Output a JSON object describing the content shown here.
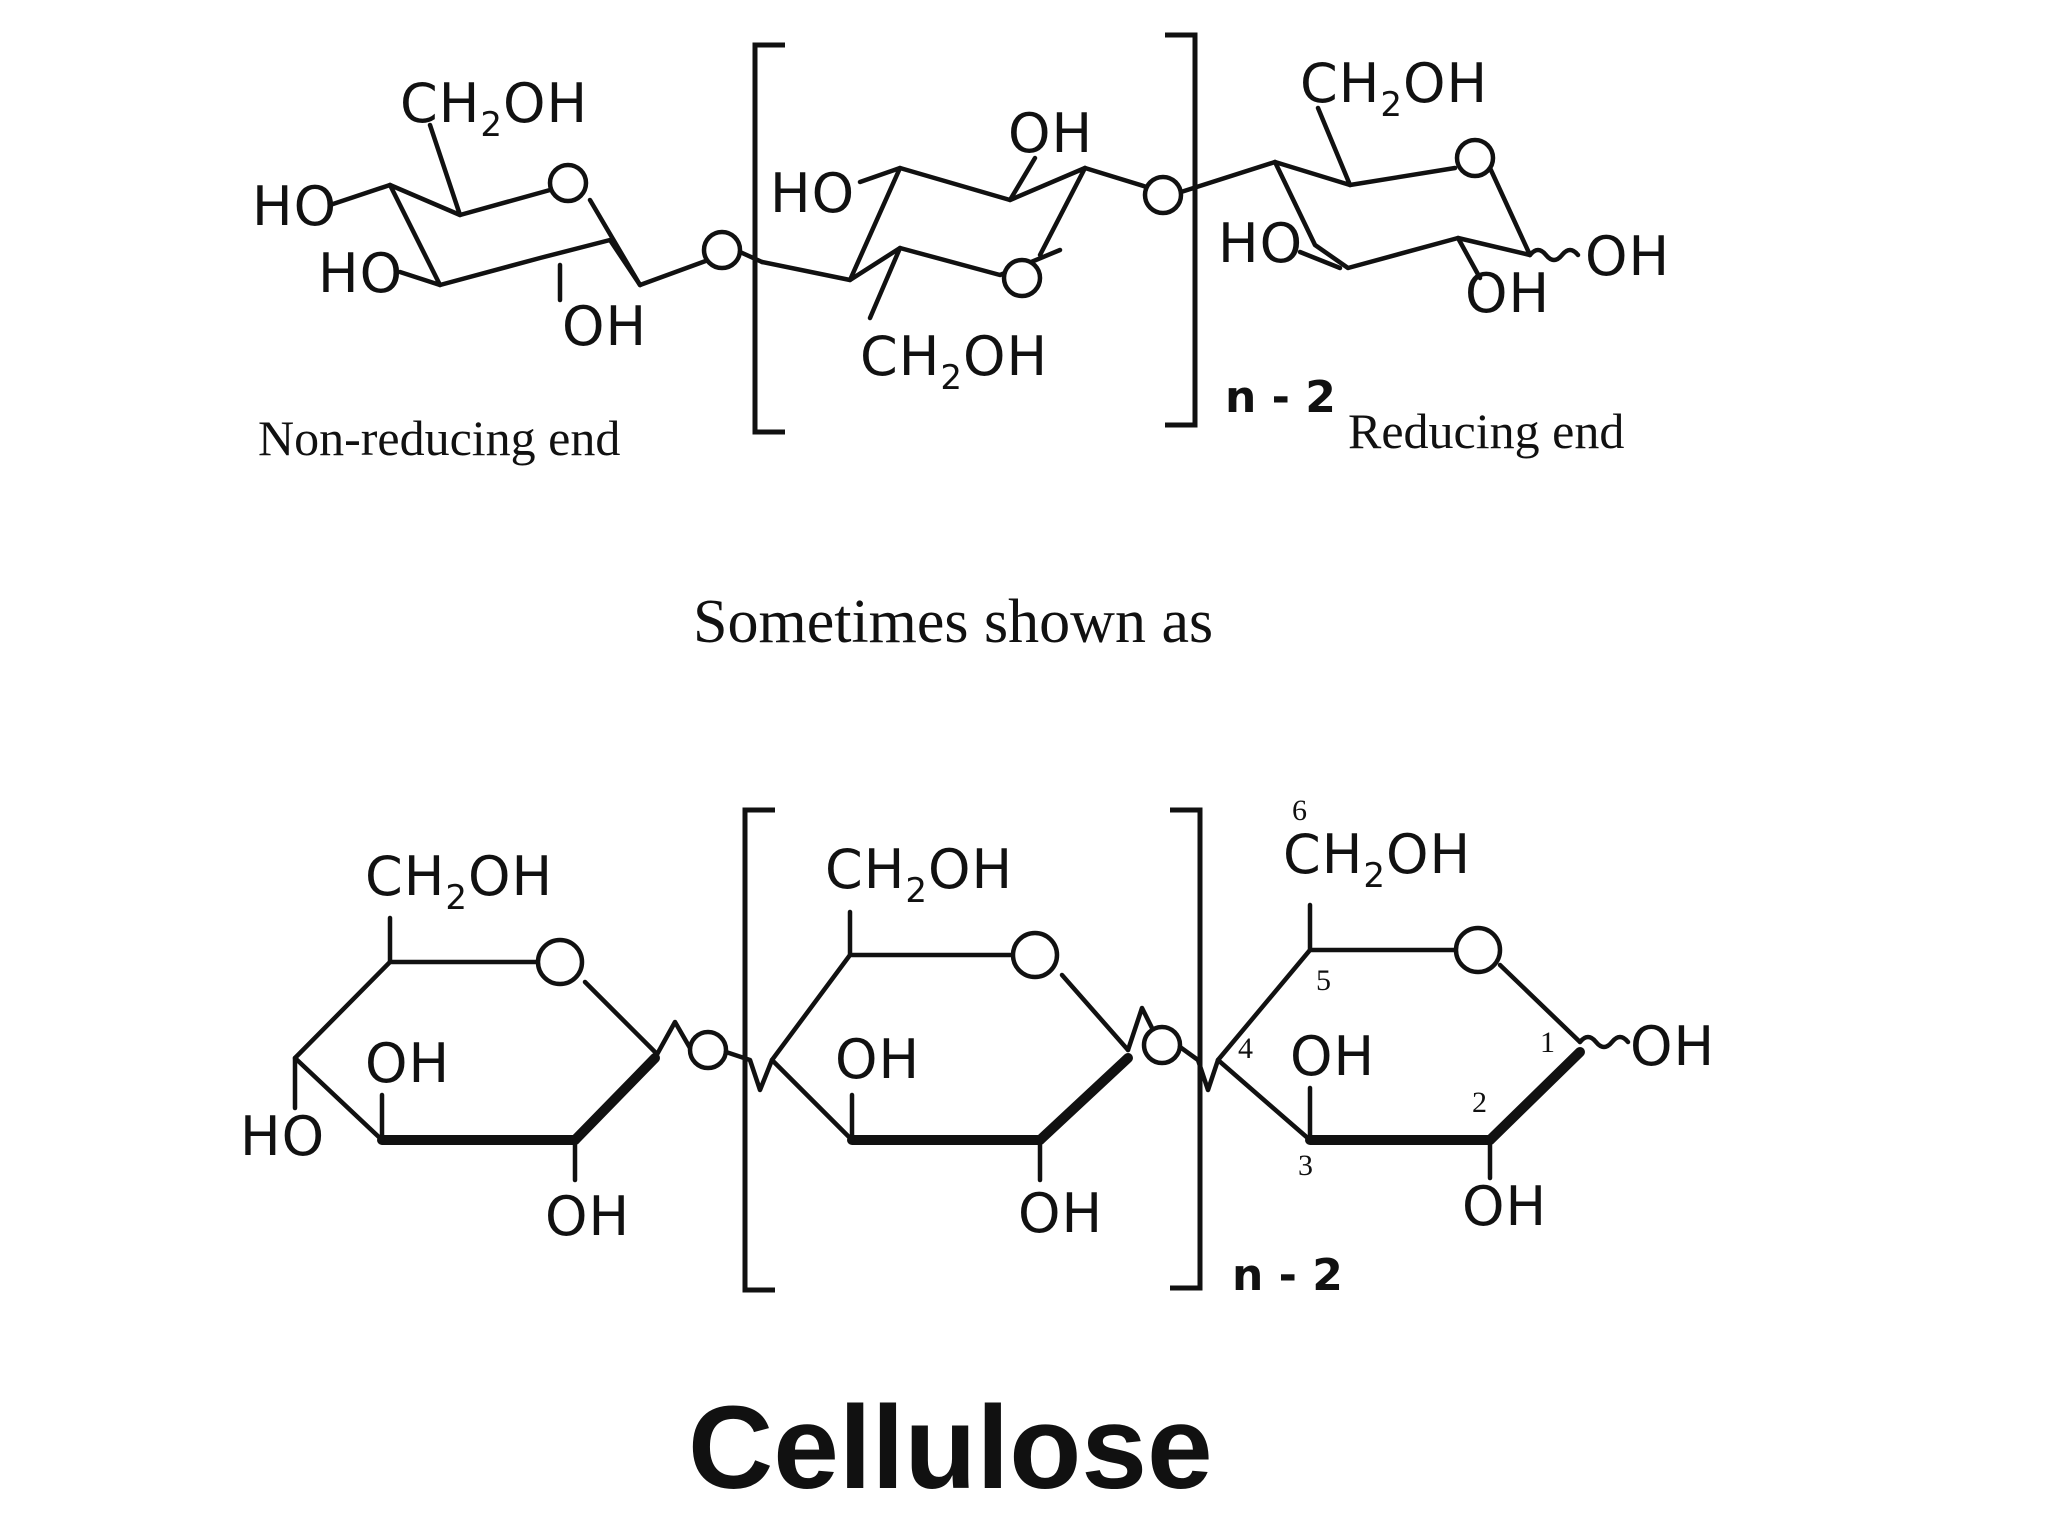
{
  "top": {
    "left_unit": {
      "ch2oh": "CH",
      "ch2oh_sub": "2",
      "ch2oh_tail": "OH",
      "ho1": "HO",
      "ho2": "HO",
      "oh": "OH"
    },
    "mid_unit": {
      "oh": "OH",
      "ho": "HO",
      "ch2oh": "CH",
      "ch2oh_sub": "2",
      "ch2oh_tail": "OH"
    },
    "right_unit": {
      "ch2oh": "CH",
      "ch2oh_sub": "2",
      "ch2oh_tail": "OH",
      "ho": "HO",
      "oh": "OH",
      "oh_anomeric": "OH"
    },
    "repeat": "n - 2",
    "non_reducing_end": "Non-reducing end",
    "reducing_end": "Reducing end"
  },
  "caption": "Sometimes shown as",
  "bottom": {
    "left_unit": {
      "ch2oh": "CH",
      "ch2oh_sub": "2",
      "ch2oh_tail": "OH",
      "oh_ring": "OH",
      "ho": "HO",
      "oh_bottom": "OH"
    },
    "mid_unit": {
      "ch2oh": "CH",
      "ch2oh_sub": "2",
      "ch2oh_tail": "OH",
      "oh_ring": "OH",
      "oh_bottom": "OH"
    },
    "right_unit": {
      "c6": "6",
      "ch2oh": "CH",
      "ch2oh_sub": "2",
      "ch2oh_tail": "OH",
      "c5": "5",
      "c4": "4",
      "oh_ring": "OH",
      "c1": "1",
      "oh_anomeric": "OH",
      "c2": "2",
      "c3": "3",
      "oh_bottom": "OH"
    },
    "repeat": "n - 2"
  },
  "title": "Cellulose"
}
